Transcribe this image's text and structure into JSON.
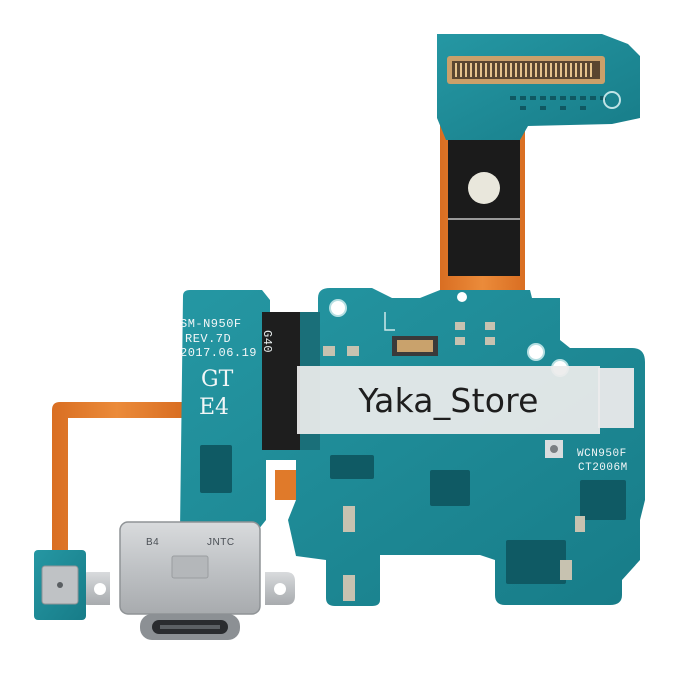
{
  "board": {
    "model": "SM-N950F",
    "revision": "REV.7D",
    "date": "2017.06.19",
    "mark_gt": "GT",
    "mark_e4": "E4",
    "flex_label": "G40",
    "module_code": "WCN950F",
    "module_part": "CT2006M"
  },
  "connector": {
    "label_left": "B4",
    "label_right": "JNTC"
  },
  "watermark": {
    "text": "Yaka_Store"
  },
  "colors": {
    "pcb": "#1f8d9a",
    "pcb_dark": "#15707c",
    "flex": "#e07a2a",
    "metal": "#c5c8cb",
    "background": "#ffffff"
  }
}
